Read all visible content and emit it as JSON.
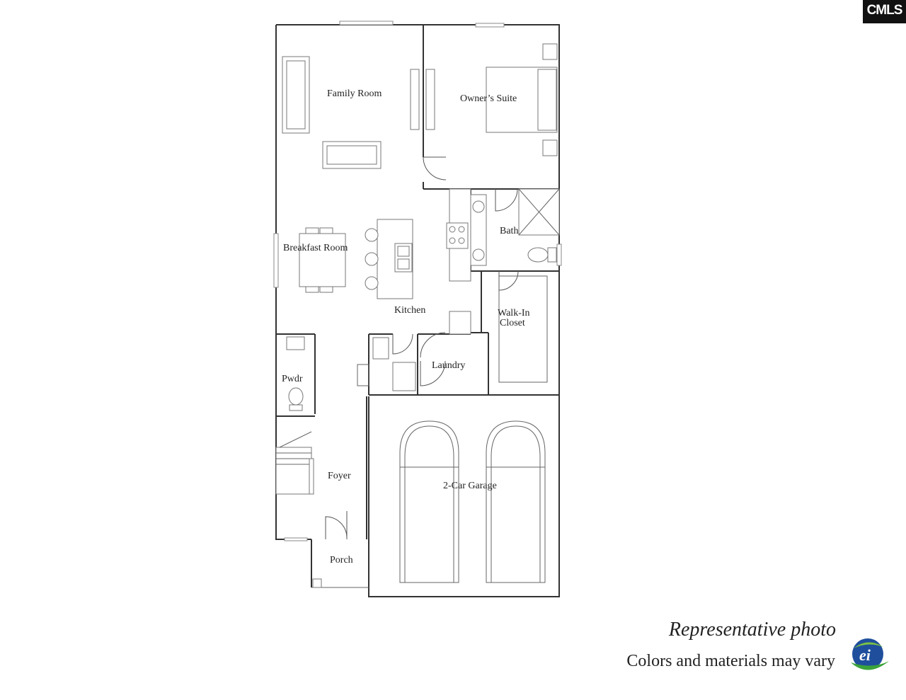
{
  "brand": {
    "cmls_logo": "CMLS",
    "ei_logo": "ei"
  },
  "rooms": {
    "family_room": "Family Room",
    "owners_suite": "Owner’s Suite",
    "bath": "Bath",
    "breakfast_room": "Breakfast Room",
    "kitchen": "Kitchen",
    "walk_in_closet_line1": "Walk-In",
    "walk_in_closet_line2": "Closet",
    "laundry": "Laundry",
    "pwdr": "Pwdr",
    "foyer": "Foyer",
    "garage": "2-Car Garage",
    "porch": "Porch"
  },
  "captions": {
    "representative": "Representative photo",
    "colors": "Colors and materials may vary"
  },
  "colors": {
    "wall": "#333333",
    "logo_bg": "#111111",
    "ei_green": "#3aa33a",
    "ei_blue": "#1f4f9c"
  }
}
